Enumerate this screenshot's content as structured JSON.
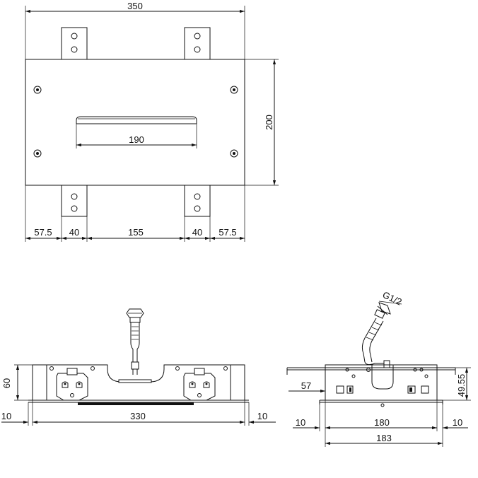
{
  "top_view": {
    "width_label": "350",
    "height_label": "200",
    "slot_label": "190",
    "bottom_dims": [
      "57.5",
      "40",
      "155",
      "40",
      "57.5"
    ]
  },
  "front_view": {
    "height_label": "60",
    "width_label": "330",
    "left_offset_label": "10",
    "right_offset_label": "10"
  },
  "side_view": {
    "thread_label": "G1/2",
    "depth_label": "57",
    "height_label": "49.55",
    "inner_width_label": "180",
    "left_offset_label": "10",
    "right_offset_label": "10",
    "overall_width_label": "183"
  }
}
